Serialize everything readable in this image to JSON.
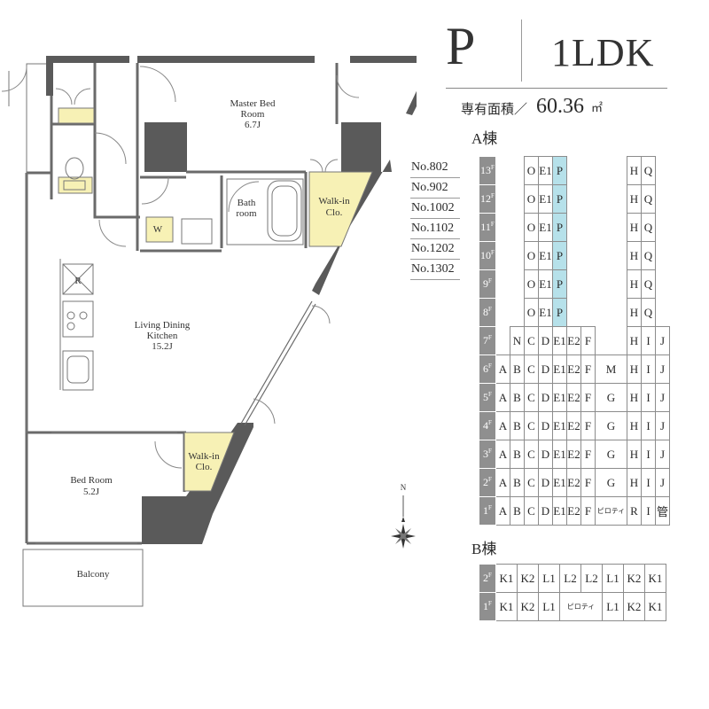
{
  "header": {
    "plan_type": "P",
    "layout_type": "1LDK"
  },
  "area": {
    "label": "専有面積／",
    "value": "60.36",
    "unit": "㎡"
  },
  "floor_plan": {
    "rooms": {
      "master_bed": {
        "name_line1": "Master Bed",
        "name_line2": "Room",
        "size": "6.7J"
      },
      "bath": {
        "name_line1": "Bath",
        "name_line2": "room"
      },
      "walk_in_1": {
        "name_line1": "Walk-in",
        "name_line2": "Clo."
      },
      "washer": {
        "name": "W"
      },
      "fridge": {
        "name": "R"
      },
      "ldk": {
        "name_line1": "Living Dining",
        "name_line2": "Kitchen",
        "size": "15.2J"
      },
      "bedroom": {
        "name": "Bed Room",
        "size": "5.2J"
      },
      "walk_in_2": {
        "name_line1": "Walk-in",
        "name_line2": "Clo."
      },
      "balcony": {
        "name": "Balcony"
      }
    },
    "compass": {
      "north_label": "N"
    }
  },
  "unit_numbers": [
    "No.802",
    "No.902",
    "No.1002",
    "No.1102",
    "No.1202",
    "No.1302"
  ],
  "colors": {
    "highlight": "#b6e1ea",
    "closet_fill": "#f7f1b5",
    "wall": "#5a5a5a",
    "floor_label_bg": "#8f8f8f"
  },
  "building_a": {
    "label": "A棟",
    "floors": [
      {
        "floor": "13",
        "cells": [
          "",
          "",
          "O",
          "E1",
          "P",
          "",
          "",
          "H",
          "Q"
        ]
      },
      {
        "floor": "12",
        "cells": [
          "",
          "",
          "O",
          "E1",
          "P",
          "",
          "",
          "H",
          "Q"
        ]
      },
      {
        "floor": "11",
        "cells": [
          "",
          "",
          "O",
          "E1",
          "P",
          "",
          "",
          "H",
          "Q"
        ]
      },
      {
        "floor": "10",
        "cells": [
          "",
          "",
          "O",
          "E1",
          "P",
          "",
          "",
          "H",
          "Q"
        ]
      },
      {
        "floor": "9",
        "cells": [
          "",
          "",
          "O",
          "E1",
          "P",
          "",
          "",
          "H",
          "Q"
        ]
      },
      {
        "floor": "8",
        "cells": [
          "",
          "",
          "O",
          "E1",
          "P",
          "",
          "",
          "H",
          "Q"
        ]
      },
      {
        "floor": "7",
        "cells": [
          "",
          "N",
          "C",
          "D",
          "E1",
          "E2",
          "F",
          "",
          "H",
          "I",
          "J"
        ]
      },
      {
        "floor": "6",
        "cells": [
          "A",
          "B",
          "C",
          "D",
          "E1",
          "E2",
          "F",
          "M",
          "H",
          "I",
          "J"
        ]
      },
      {
        "floor": "5",
        "cells": [
          "A",
          "B",
          "C",
          "D",
          "E1",
          "E2",
          "F",
          "G",
          "H",
          "I",
          "J"
        ]
      },
      {
        "floor": "4",
        "cells": [
          "A",
          "B",
          "C",
          "D",
          "E1",
          "E2",
          "F",
          "G",
          "H",
          "I",
          "J"
        ]
      },
      {
        "floor": "3",
        "cells": [
          "A",
          "B",
          "C",
          "D",
          "E1",
          "E2",
          "F",
          "G",
          "H",
          "I",
          "J"
        ]
      },
      {
        "floor": "2",
        "cells": [
          "A",
          "B",
          "C",
          "D",
          "E1",
          "E2",
          "F",
          "G",
          "H",
          "I",
          "J"
        ]
      },
      {
        "floor": "1",
        "cells": [
          "A",
          "B",
          "C",
          "D",
          "E1",
          "E2",
          "F",
          "ピロティ",
          "R",
          "I",
          "管"
        ]
      }
    ]
  },
  "building_b": {
    "label": "B棟",
    "floors": [
      {
        "floor": "2",
        "cells": [
          "K1",
          "K2",
          "L1",
          "L2",
          "L2",
          "L1",
          "K2",
          "K1"
        ]
      },
      {
        "floor": "1",
        "cells": [
          "K1",
          "K2",
          "L1",
          "ピロティ",
          "L1",
          "K2",
          "K1"
        ]
      }
    ]
  }
}
